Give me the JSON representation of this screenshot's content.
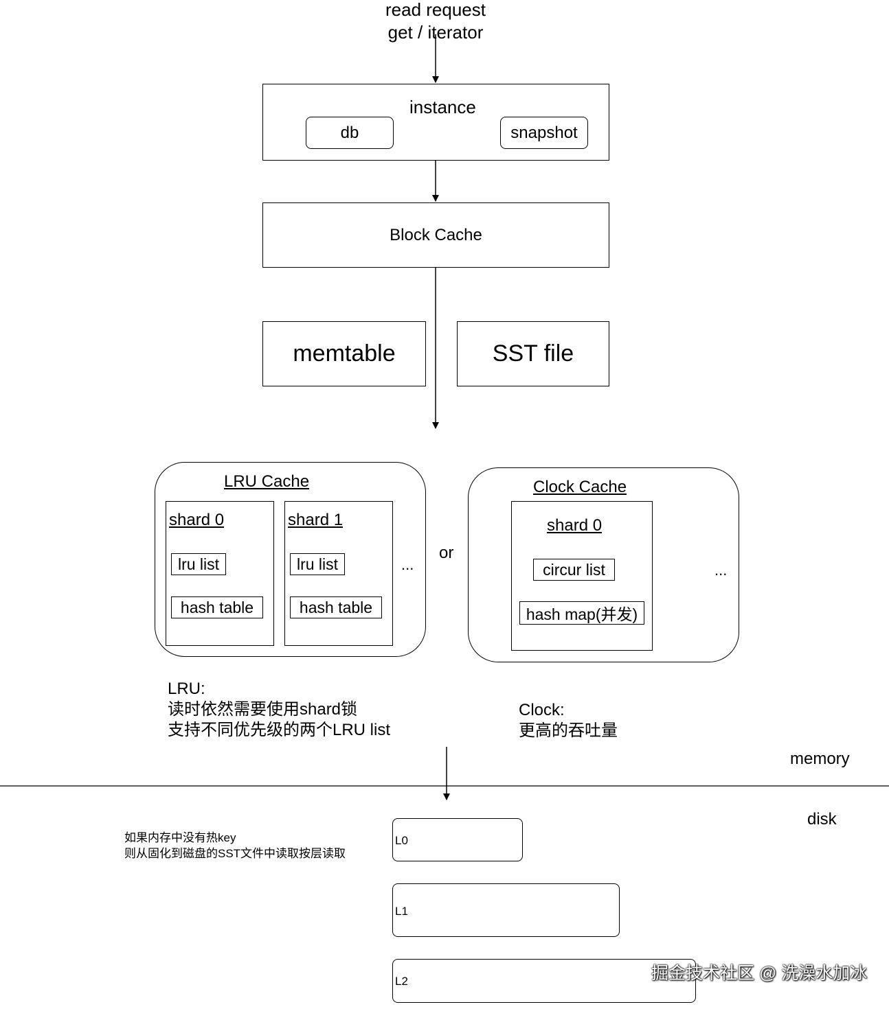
{
  "request": {
    "line1": "read request",
    "line2": "get / iterator"
  },
  "instance": {
    "title": "instance",
    "db": "db",
    "snapshot": "snapshot"
  },
  "block_cache": {
    "label": "Block Cache"
  },
  "memtable": {
    "label": "memtable"
  },
  "sst_file": {
    "label": "SST file"
  },
  "lru_cache": {
    "title": "LRU Cache",
    "shard0": {
      "title": "shard 0",
      "list": "lru list",
      "table": "hash table"
    },
    "shard1": {
      "title": "shard 1",
      "list": "lru list",
      "table": "hash table"
    },
    "ellipsis": "..."
  },
  "or_label": "or",
  "clock_cache": {
    "title": "Clock Cache",
    "shard0": {
      "title": "shard 0",
      "list": "circur list",
      "map": "hash map(并发)"
    },
    "ellipsis": "..."
  },
  "lru_note": {
    "title": "LRU:",
    "line1": "读时依然需要使用shard锁",
    "line2": "支持不同优先级的两个LRU list"
  },
  "clock_note": {
    "title": "Clock:",
    "line1": "更高的吞吐量"
  },
  "memory_label": "memory",
  "disk_label": "disk",
  "disk_note": {
    "line1": "如果内存中没有热key",
    "line2": "则从固化到磁盘的SST文件中读取按层读取"
  },
  "levels": [
    "L0",
    "L1",
    "L2"
  ],
  "watermark": "掘金技术社区 @ 洗澡水加冰"
}
